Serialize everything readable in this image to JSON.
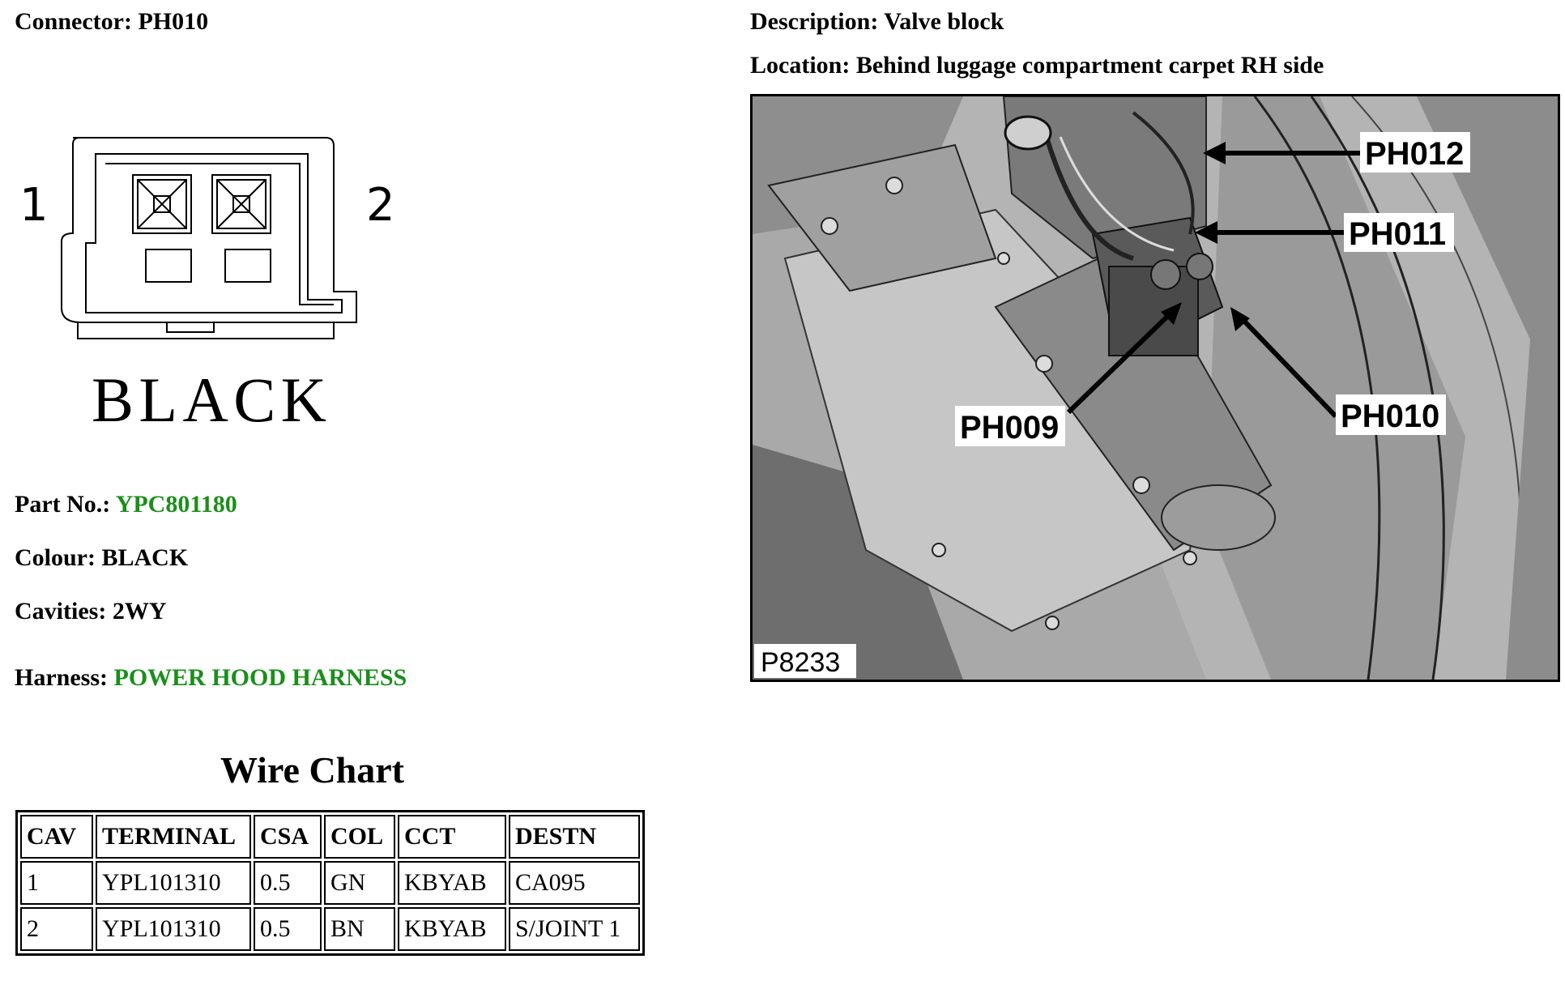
{
  "connector": {
    "label": "Connector:",
    "value": "PH010"
  },
  "description": {
    "label": "Description:",
    "value": "Valve block"
  },
  "location": {
    "label": "Location:",
    "value": "Behind luggage compartment carpet RH side"
  },
  "drawing": {
    "pin_left": "1",
    "pin_right": "2",
    "colour_text": "BLACK"
  },
  "part_no": {
    "label": "Part No.:",
    "value": "YPC801180",
    "color": "#1a8f1a"
  },
  "colour": {
    "label": "Colour:",
    "value": "BLACK"
  },
  "cavities": {
    "label": "Cavities:",
    "value": "2WY"
  },
  "harness": {
    "label": "Harness:",
    "value": "POWER HOOD HARNESS",
    "color": "#1a8f1a"
  },
  "wire_chart": {
    "title": "Wire Chart",
    "headers": [
      "CAV",
      "TERMINAL",
      "CSA",
      "COL",
      "CCT",
      "DESTN"
    ],
    "rows": [
      [
        "1",
        "YPL101310",
        "0.5",
        "GN",
        "KBYAB",
        "CA095"
      ],
      [
        "2",
        "YPL101310",
        "0.5",
        "BN",
        "KBYAB",
        "S/JOINT 1"
      ]
    ]
  },
  "photo": {
    "labels": [
      "PH012",
      "PH011",
      "PH009",
      "PH010"
    ],
    "figure_id": "P8233"
  }
}
